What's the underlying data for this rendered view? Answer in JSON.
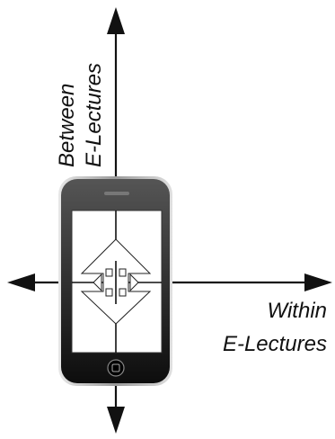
{
  "labels": {
    "vertical_line1": "Between",
    "vertical_line2": "E-Lectures",
    "horizontal_line1": "Within",
    "horizontal_line2": "E-Lectures"
  },
  "icons": {
    "phone": "smartphone-icon",
    "cross_arrows": "four-way-arrow-icon"
  },
  "colors": {
    "ink": "#111111",
    "phone_body": "#1a1a1a",
    "phone_rim": "#b8b8b8",
    "screen": "#ffffff"
  }
}
